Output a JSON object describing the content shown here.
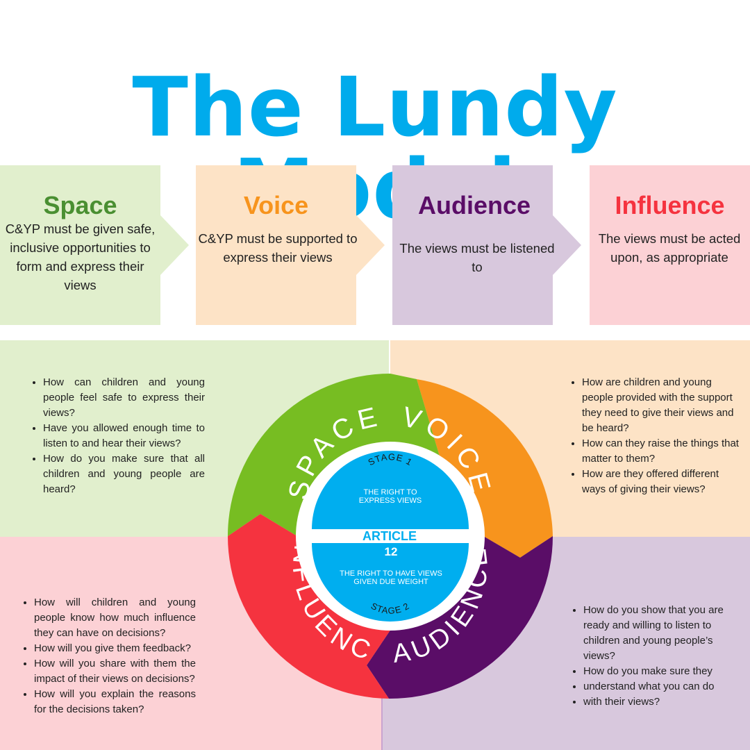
{
  "title": "The Lundy Model",
  "colors": {
    "title": "#00abec",
    "space": "#77bd22",
    "voice": "#f7941d",
    "audience": "#5a0d67",
    "influence": "#f5333f",
    "center": "#00aeef"
  },
  "steps": [
    {
      "key": "space",
      "heading": "Space",
      "description": "C&YP must be given safe, inclusive opportunities to form and express their views"
    },
    {
      "key": "voice",
      "heading": "Voice",
      "description": "C&YP must be supported to express their views"
    },
    {
      "key": "audience",
      "heading": "Audience",
      "description": "The views must be listened to"
    },
    {
      "key": "influence",
      "heading": "Influence",
      "description": "The views must be acted upon, as appropriate"
    }
  ],
  "questions": {
    "space": [
      "How can children and young people feel safe to express their views?",
      "Have you allowed enough time to listen to and hear their views?",
      "How do you make sure that all children and young people are heard?"
    ],
    "voice": [
      "How are children and young people provided with the support they need to give their views and be heard?",
      "How can they raise the things that matter to them?",
      "How are they offered different ways of giving their views?"
    ],
    "influence": [
      "How will children and young people know how much influence they can have on decisions?",
      "How will you give them feedback?",
      "How will you share with them the impact of their views on decisions?",
      "How will you explain the reasons for the decisions taken?"
    ],
    "audience": [
      "How do you show that you are ready and willing to listen to children and young people’s views?",
      "How do you make sure they",
      "understand what you can do",
      "with their views?"
    ]
  },
  "wheel": {
    "space": "SPACE",
    "voice": "VOICE",
    "audience": "AUDIENCE",
    "influence": "INFLUENCE",
    "stage1_label": "STAGE 1",
    "stage1_text_line1": "THE RIGHT TO",
    "stage1_text_line2": "EXPRESS VIEWS",
    "article_line1": "ARTICLE",
    "article_line2": "12",
    "stage2_text_line1": "THE RIGHT TO HAVE VIEWS",
    "stage2_text_line2": "GIVEN DUE WEIGHT",
    "stage2_label": "STAGE 2"
  }
}
